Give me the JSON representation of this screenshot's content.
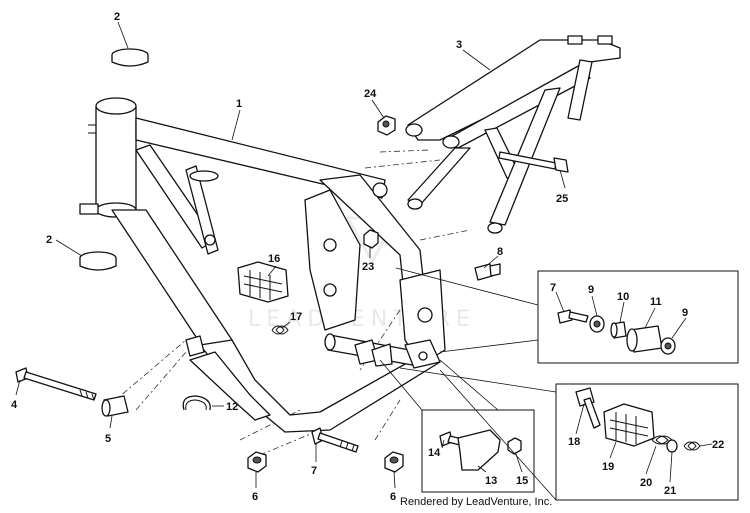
{
  "diagram": {
    "callouts": {
      "c1": "1",
      "c2a": "2",
      "c2b": "2",
      "c3": "3",
      "c4": "4",
      "c5": "5",
      "c6a": "6",
      "c6b": "6",
      "c7a": "7",
      "c7b": "7",
      "c8": "8",
      "c9a": "9",
      "c9b": "9",
      "c10": "10",
      "c11": "11",
      "c12": "12",
      "c13": "13",
      "c14": "14",
      "c15": "15",
      "c16": "16",
      "c17": "17",
      "c18": "18",
      "c19": "19",
      "c20": "20",
      "c21": "21",
      "c22": "22",
      "c23": "23",
      "c24": "24",
      "c25": "25"
    },
    "watermark": "LEADVENTURE"
  },
  "footer": {
    "credit": "Rendered by LeadVenture, Inc."
  }
}
